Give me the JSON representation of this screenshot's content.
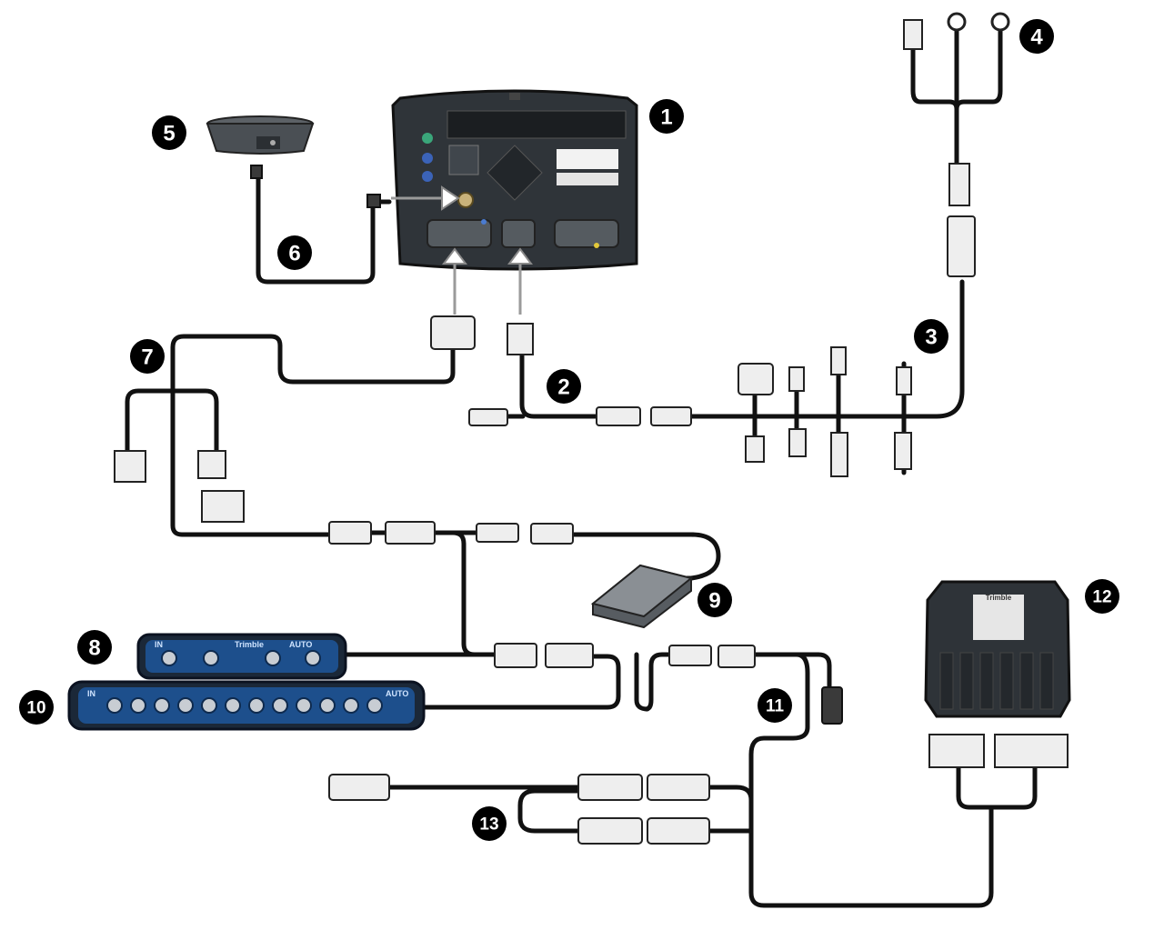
{
  "diagram": {
    "callouts": [
      {
        "id": "1",
        "label": "1",
        "component": "display"
      },
      {
        "id": "2",
        "label": "2",
        "component": "cable-2"
      },
      {
        "id": "3",
        "label": "3",
        "component": "power-cable"
      },
      {
        "id": "4",
        "label": "4",
        "component": "battery-leads"
      },
      {
        "id": "5",
        "label": "5",
        "component": "gnss-antenna"
      },
      {
        "id": "6",
        "label": "6",
        "component": "antenna-cable"
      },
      {
        "id": "7",
        "label": "7",
        "component": "harness-7"
      },
      {
        "id": "8",
        "label": "8",
        "component": "switch-box-8"
      },
      {
        "id": "9",
        "label": "9",
        "component": "foot-switch"
      },
      {
        "id": "10",
        "label": "10",
        "component": "switch-box-10"
      },
      {
        "id": "11",
        "label": "11",
        "component": "cable-11"
      },
      {
        "id": "12",
        "label": "12",
        "component": "ecu"
      },
      {
        "id": "13",
        "label": "13",
        "component": "cable-13"
      }
    ],
    "brand": "Trimble",
    "switchbox_8": {
      "left_label": "IN",
      "right_label": "AUTO"
    },
    "switchbox_10": {
      "left_label": "IN",
      "right_label": "AUTO"
    },
    "colors": {
      "cable": "#111111",
      "switchbox": "#1d4f8c",
      "device": "#2e3338",
      "callout": "#000000"
    }
  }
}
